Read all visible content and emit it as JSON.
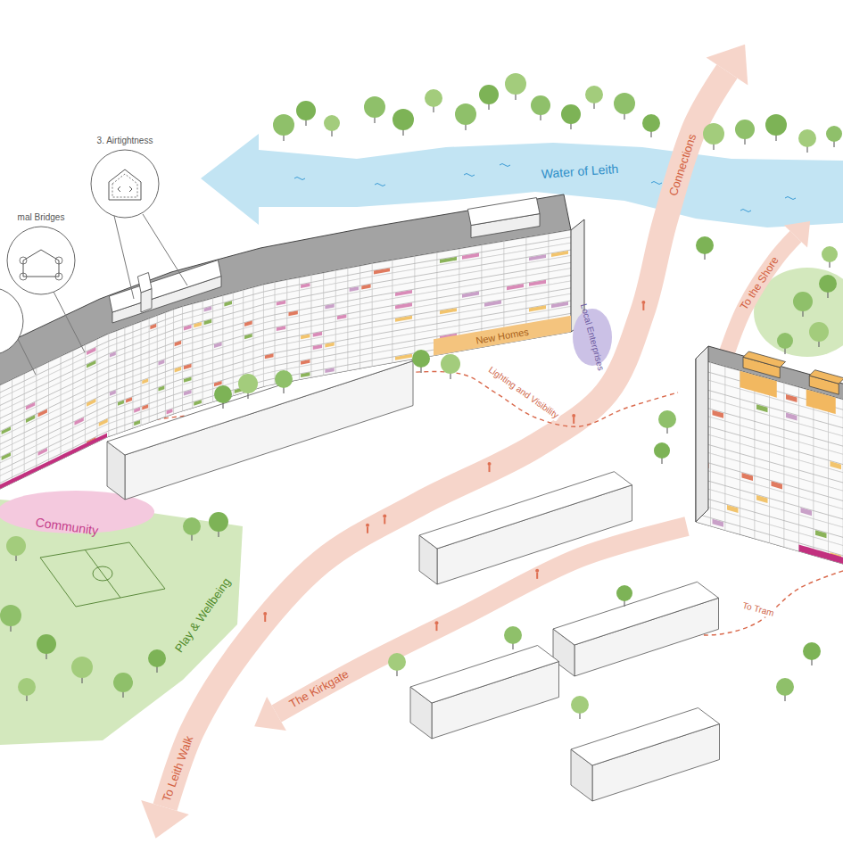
{
  "diagram": {
    "nodes": [
      {
        "text": [
          "3. Airtightness"
        ]
      },
      {
        "text": [
          "mal Bridges"
        ]
      }
    ],
    "labels": [
      "Water of Leith",
      "Connections",
      "To the Shore",
      "Local Enterprises",
      "New Homes",
      "Lighting and Visibility",
      "Community",
      "Play & Wellbeing",
      "To Tram",
      "The Kirkgate",
      "To Leith Walk"
    ]
  }
}
